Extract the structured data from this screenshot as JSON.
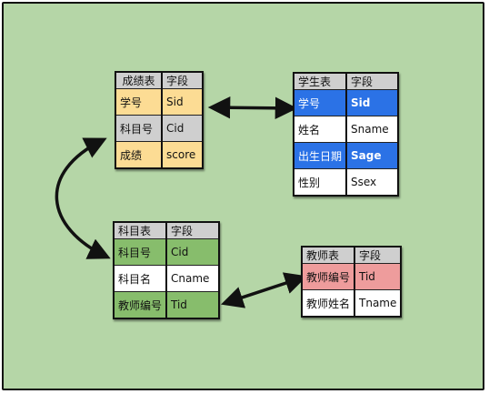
{
  "colors": {
    "background": "#b5d6a7",
    "header": "#cfcfcf",
    "score_yellow": "#fcdc94",
    "score_gray": "#cfcfcf",
    "student_blue": "#2b72e6",
    "course_green": "#87bd6c",
    "teacher_pink": "#ee9c9c",
    "white": "#ffffff"
  },
  "tables": {
    "score": {
      "name": "成绩表",
      "field_header": "字段",
      "rows": [
        {
          "label": "学号",
          "field": "Sid",
          "color": "yellow"
        },
        {
          "label": "科目号",
          "field": "Cid",
          "color": "gray"
        },
        {
          "label": "成绩",
          "field": "score",
          "color": "yellow"
        }
      ]
    },
    "student": {
      "name": "学生表",
      "field_header": "字段",
      "rows": [
        {
          "label": "学号",
          "field": "Sid",
          "color": "blue"
        },
        {
          "label": "姓名",
          "field": "Sname",
          "color": "white"
        },
        {
          "label": "出生日期",
          "field": "Sage",
          "color": "blue"
        },
        {
          "label": "性别",
          "field": "Ssex",
          "color": "white"
        }
      ]
    },
    "course": {
      "name": "科目表",
      "field_header": "字段",
      "rows": [
        {
          "label": "科目号",
          "field": "Cid",
          "color": "green"
        },
        {
          "label": "科目名",
          "field": "Cname",
          "color": "white"
        },
        {
          "label": "教师编号",
          "field": "Tid",
          "color": "green"
        }
      ]
    },
    "teacher": {
      "name": "教师表",
      "field_header": "字段",
      "rows": [
        {
          "label": "教师编号",
          "field": "Tid",
          "color": "pink"
        },
        {
          "label": "教师姓名",
          "field": "Tname",
          "color": "white"
        }
      ]
    }
  },
  "links": [
    {
      "from": "score.Sid",
      "to": "student.Sid",
      "type": "bidirectional"
    },
    {
      "from": "score.Cid",
      "to": "course.Cid",
      "type": "bidirectional"
    },
    {
      "from": "course.Tid",
      "to": "teacher.Tid",
      "type": "bidirectional"
    }
  ]
}
